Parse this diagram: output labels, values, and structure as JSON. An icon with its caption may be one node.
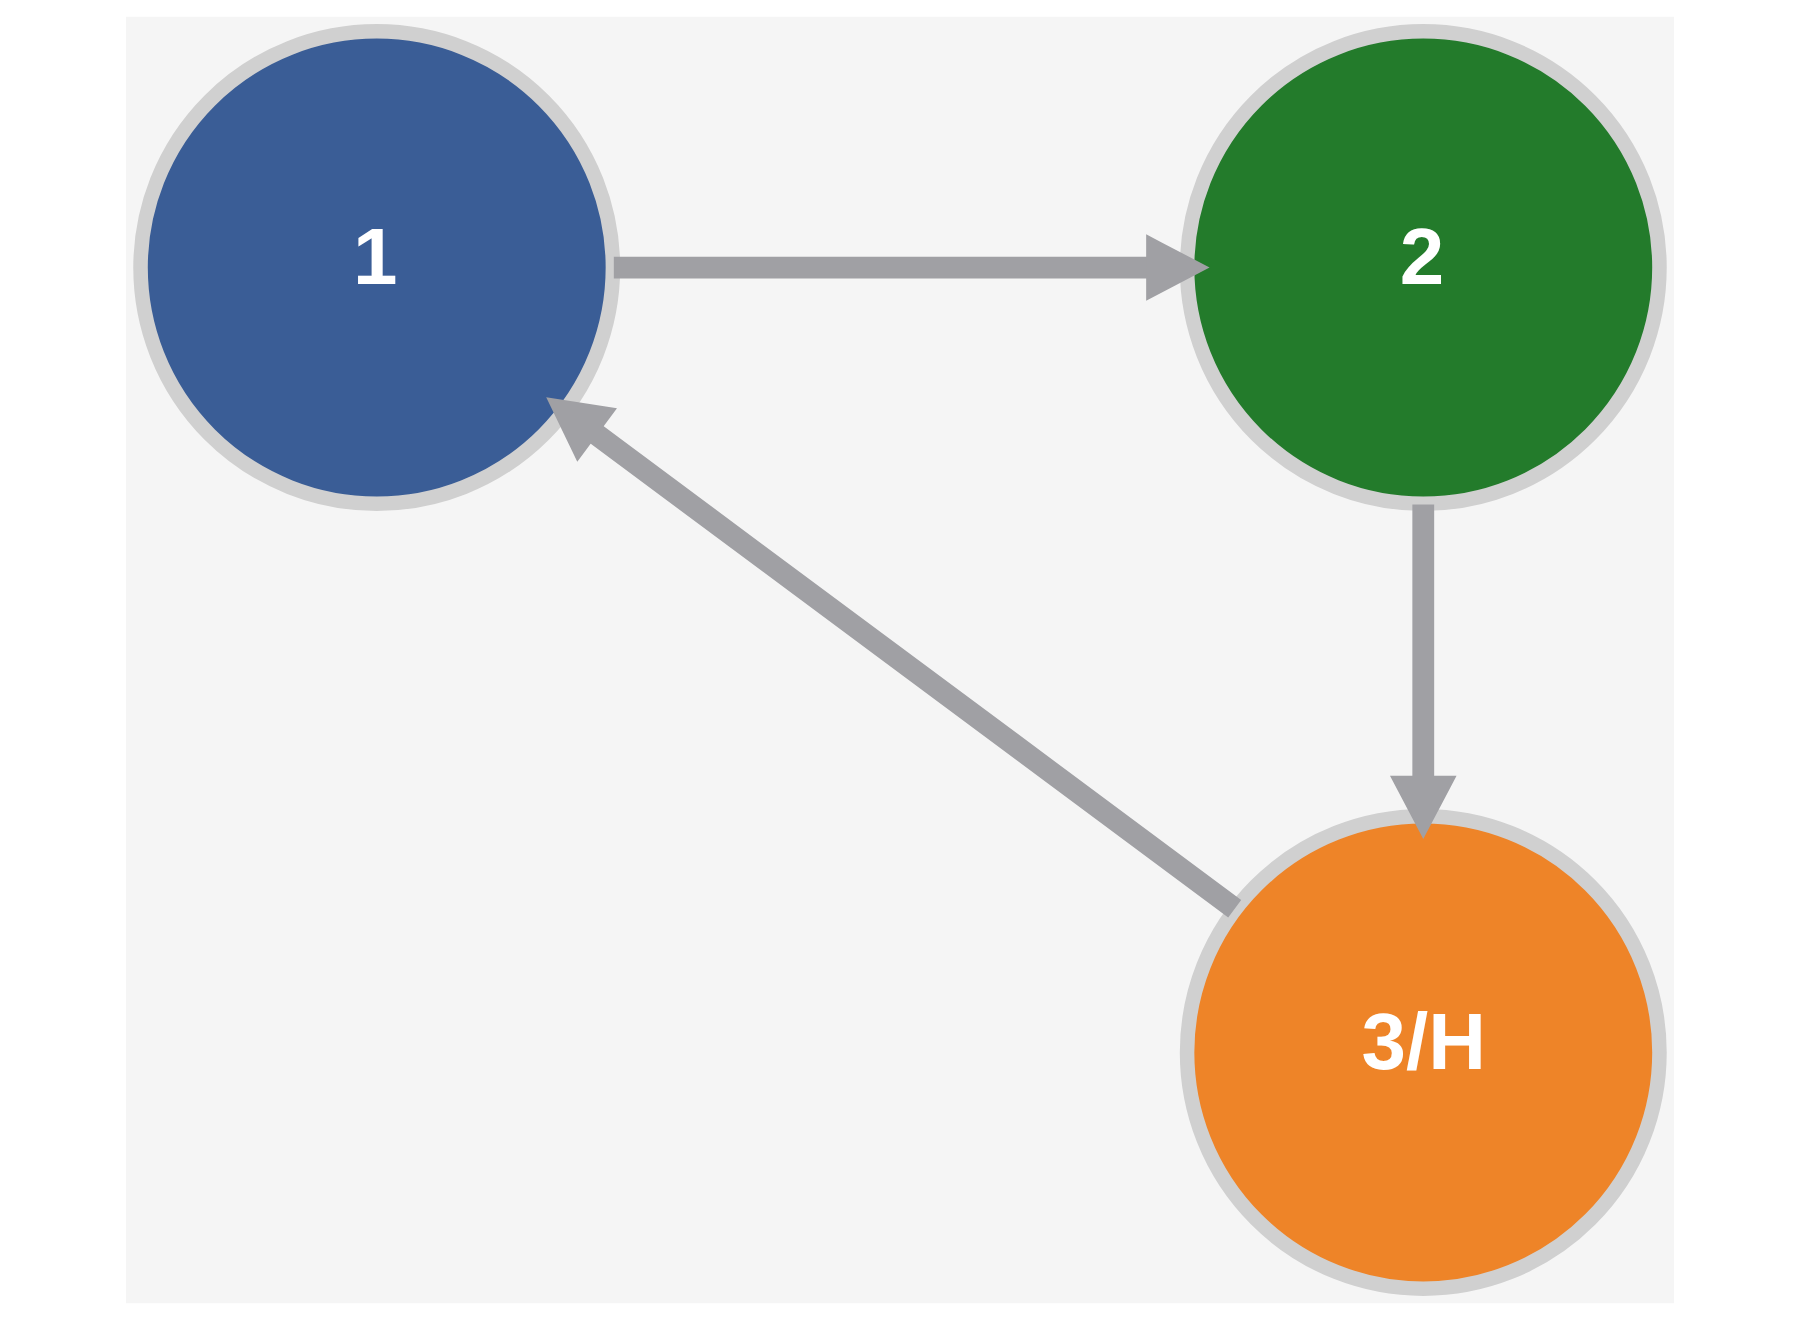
{
  "diagram": {
    "nodes": [
      {
        "text": [
          "2"
        ]
      },
      {
        "text": [
          "1"
        ]
      },
      {
        "text": [
          "3/H"
        ]
      }
    ],
    "edges": [
      {
        "from": 1,
        "to": 0,
        "arrow": "to"
      },
      {
        "from": 0,
        "to": 2,
        "arrow": "to"
      },
      {
        "from": 2,
        "to": 1,
        "arrow": "to"
      }
    ]
  }
}
